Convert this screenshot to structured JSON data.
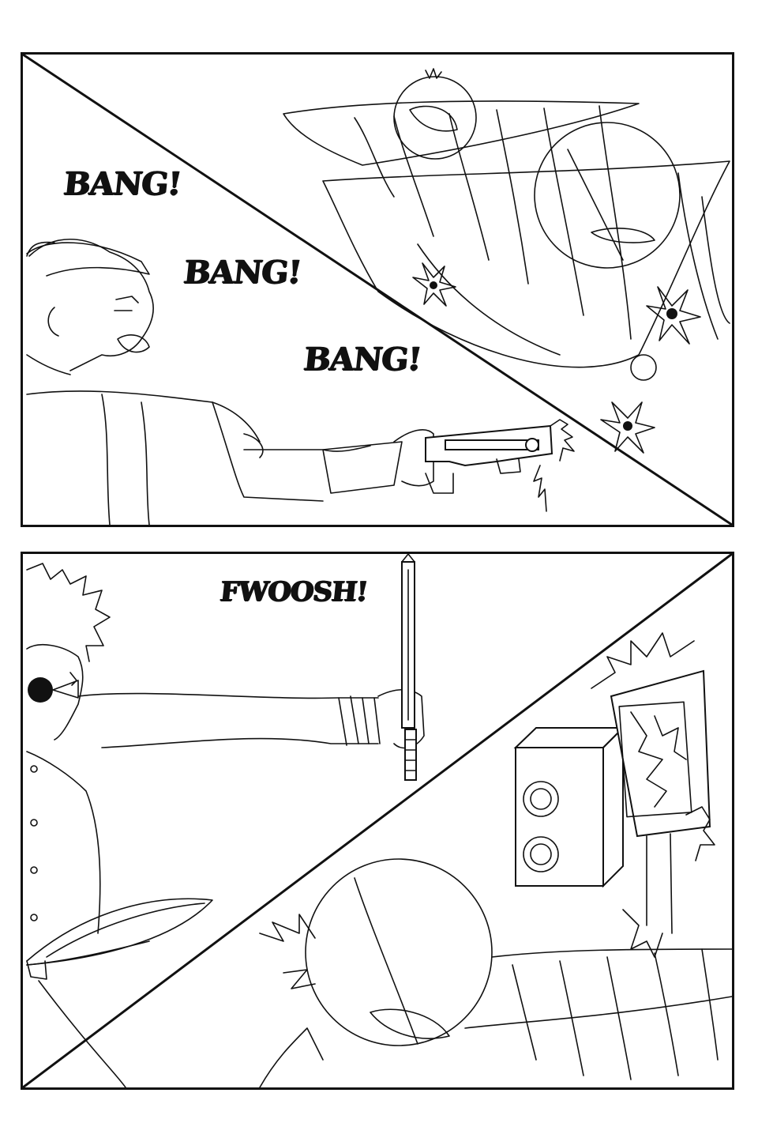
{
  "panels": {
    "top": {
      "sfx": [
        "BANG!",
        "BANG!",
        "BANG!"
      ]
    },
    "bottom": {
      "sfx": [
        "FWOOSH!"
      ]
    }
  }
}
